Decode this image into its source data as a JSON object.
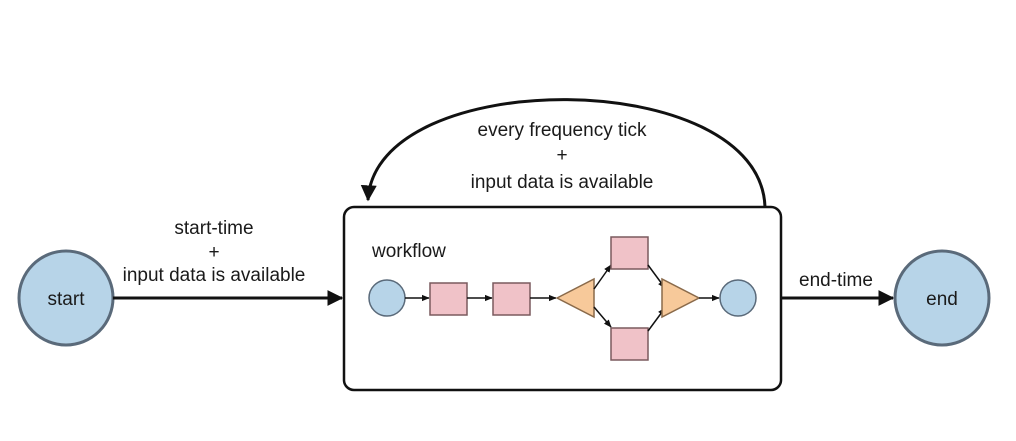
{
  "nodes": {
    "start": "start",
    "end": "end",
    "workflow": "workflow"
  },
  "labels": {
    "start_edge_line1": "start-time",
    "start_edge_line2": "+",
    "start_edge_line3": "input data is available",
    "loop_line1": "every frequency tick",
    "loop_line2": "+",
    "loop_line3": "input data is available",
    "end_edge": "end-time"
  },
  "colors": {
    "circle_fill": "#b7d4e8",
    "circle_stroke": "#5a6a7a",
    "action_fill": "#f0c2c8",
    "action_stroke": "#7a5a5e",
    "fork_fill": "#f7c99a",
    "fork_stroke": "#8a6a4a",
    "line": "#111111",
    "box_stroke": "#111111"
  }
}
